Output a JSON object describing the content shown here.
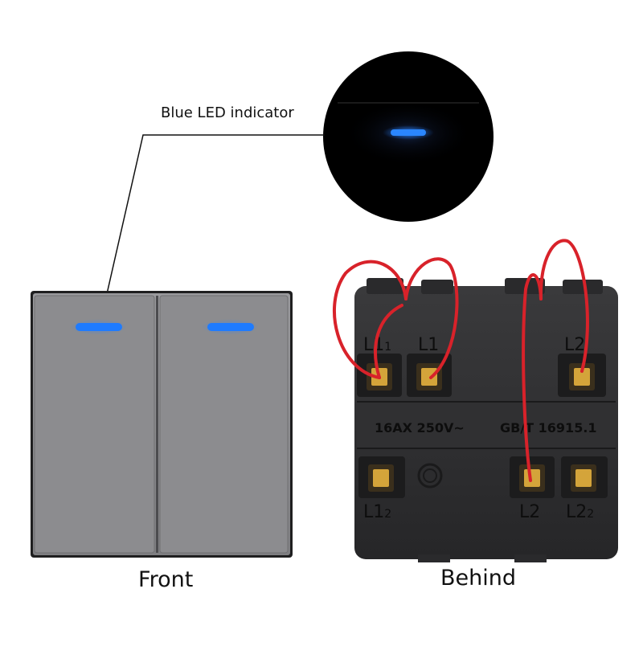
{
  "callout": {
    "label": "Blue LED indicator"
  },
  "captions": {
    "front": "Front",
    "behind": "Behind"
  },
  "terminals": {
    "top_left": "L1",
    "top_left_sub": "1",
    "top_mid": "L1",
    "top_right": "L2",
    "bottom_left": "L1",
    "bottom_left_sub": "2",
    "bottom_mid": "L2",
    "bottom_right": "L2",
    "bottom_right_sub": "2"
  },
  "markings": {
    "rating": "16AX 250V~",
    "standard": "GB/T 16915.1"
  },
  "colors": {
    "led": "#1e7bff",
    "panel": "#8a8a8d",
    "wire": "#d8222a",
    "module": "#2d2d2f",
    "terminal": "#d4a43a"
  }
}
